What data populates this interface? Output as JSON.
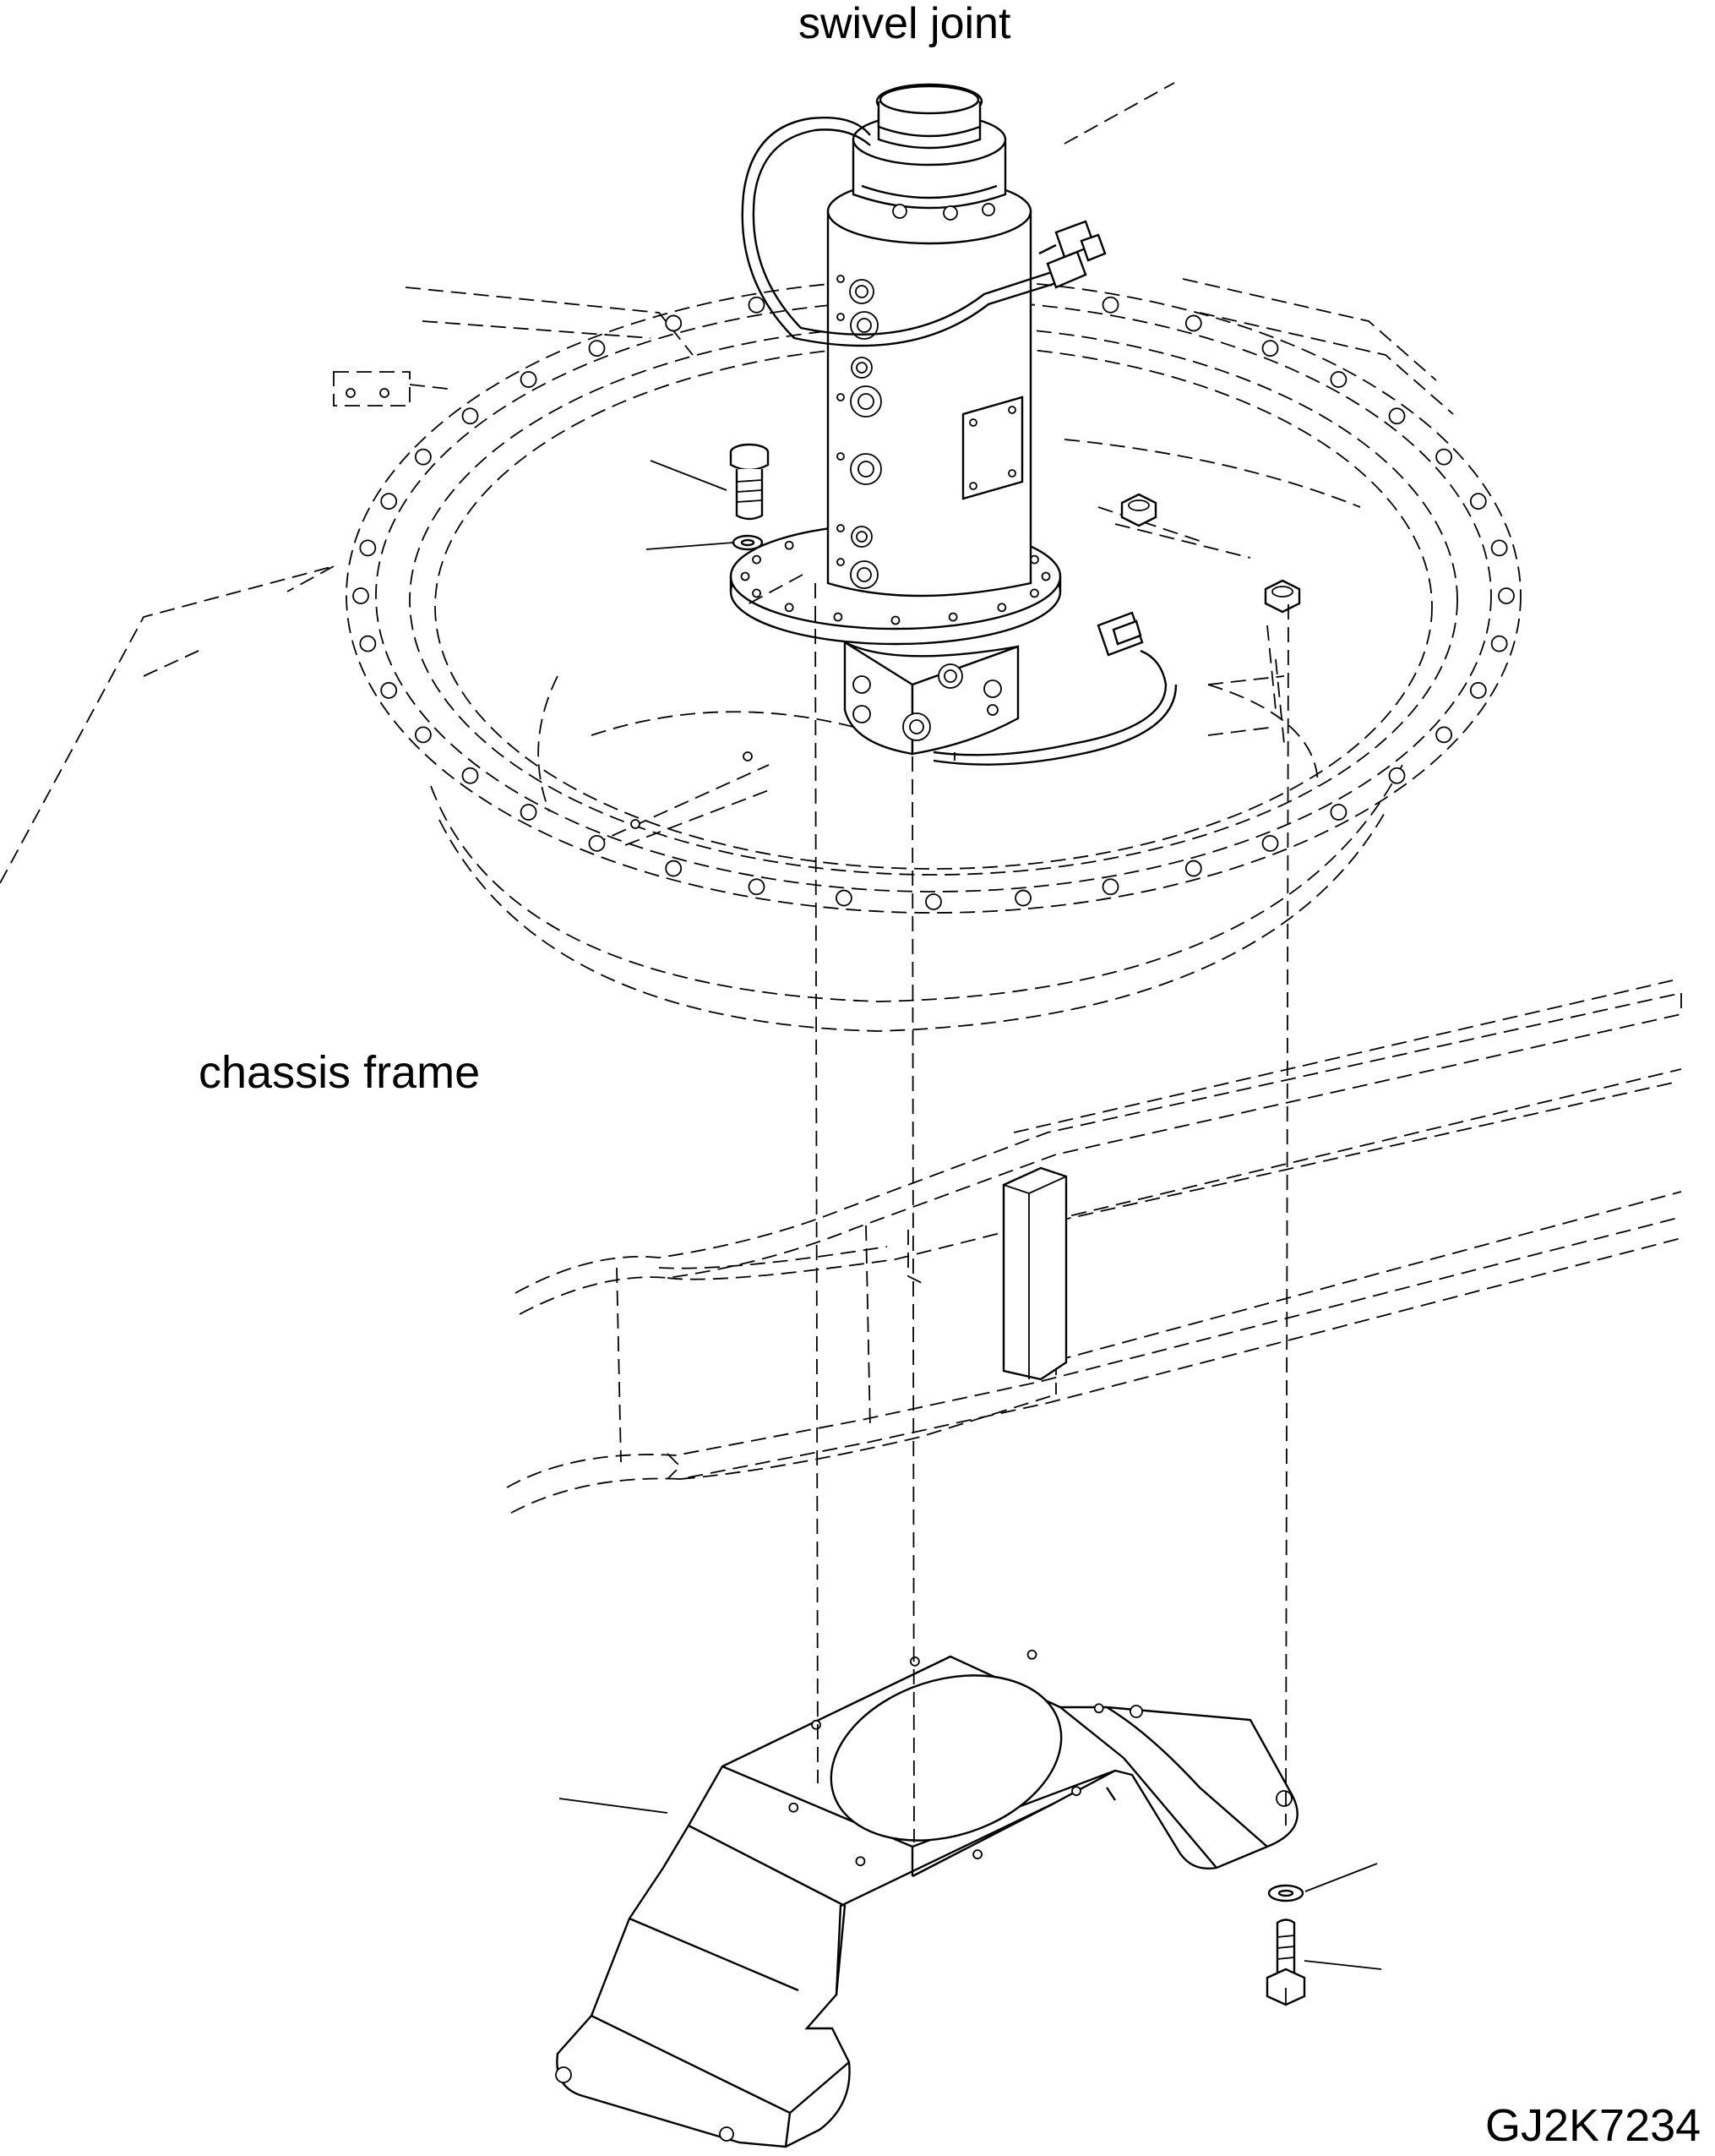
{
  "labels": {
    "swivel_joint": "swivel joint",
    "chassis_frame": "chassis frame",
    "drawing_code": "GJ2K7234"
  },
  "colors": {
    "line": "#000000",
    "background": "#ffffff"
  }
}
